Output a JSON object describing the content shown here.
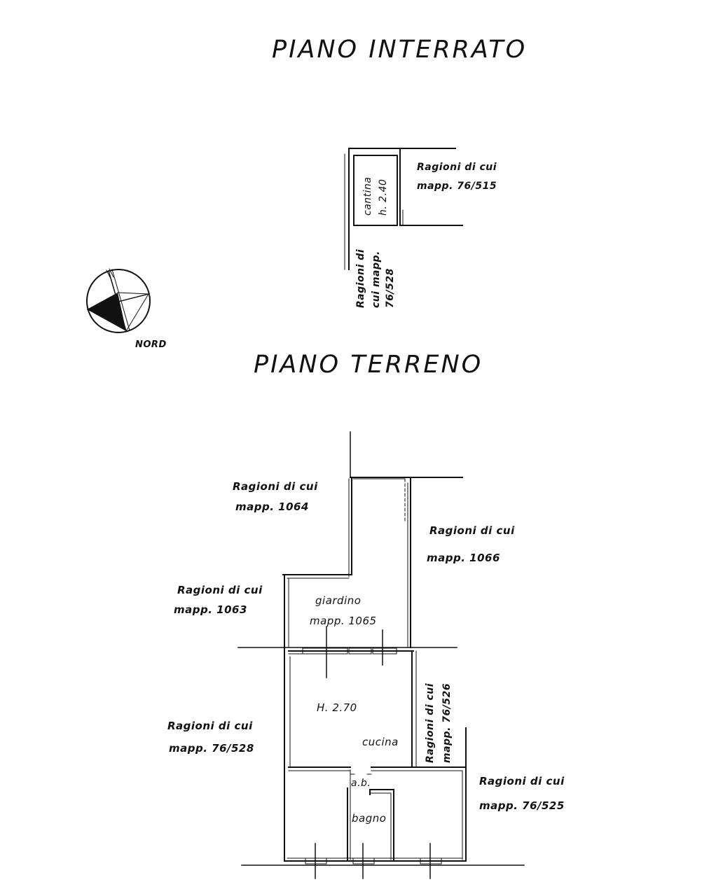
{
  "titles": {
    "basement": "PIANO INTERRATO",
    "ground": "PIANO TERRENO"
  },
  "north": {
    "label": "NORD",
    "icon": "north-arrow-icon"
  },
  "basement": {
    "room_name": "cantina",
    "room_height": "h. 2.40",
    "neighbors": [
      {
        "line1": "Ragioni di cui",
        "line2": "mapp. 76/515"
      },
      {
        "line1": "Ragioni di",
        "line2": "cui mapp.",
        "line3": "76/528"
      }
    ]
  },
  "ground": {
    "garden_name": "giardino",
    "garden_parcel": "mapp. 1065",
    "height": "H. 2.70",
    "kitchen": "cucina",
    "antibagno": "a.b.",
    "bathroom": "bagno",
    "neighbors": [
      {
        "line1": "Ragioni di cui",
        "line2": "mapp. 1064"
      },
      {
        "line1": "Ragioni di cui",
        "line2": "mapp. 1066"
      },
      {
        "line1": "Ragioni di cui",
        "line2": "mapp. 1063"
      },
      {
        "line1": "Ragioni di cui",
        "line2": "mapp. 76/528"
      },
      {
        "line1": "Ragioni di cui",
        "line2": "mapp. 76/526"
      },
      {
        "line1": "Ragioni di cui",
        "line2": "mapp. 76/525"
      }
    ]
  }
}
